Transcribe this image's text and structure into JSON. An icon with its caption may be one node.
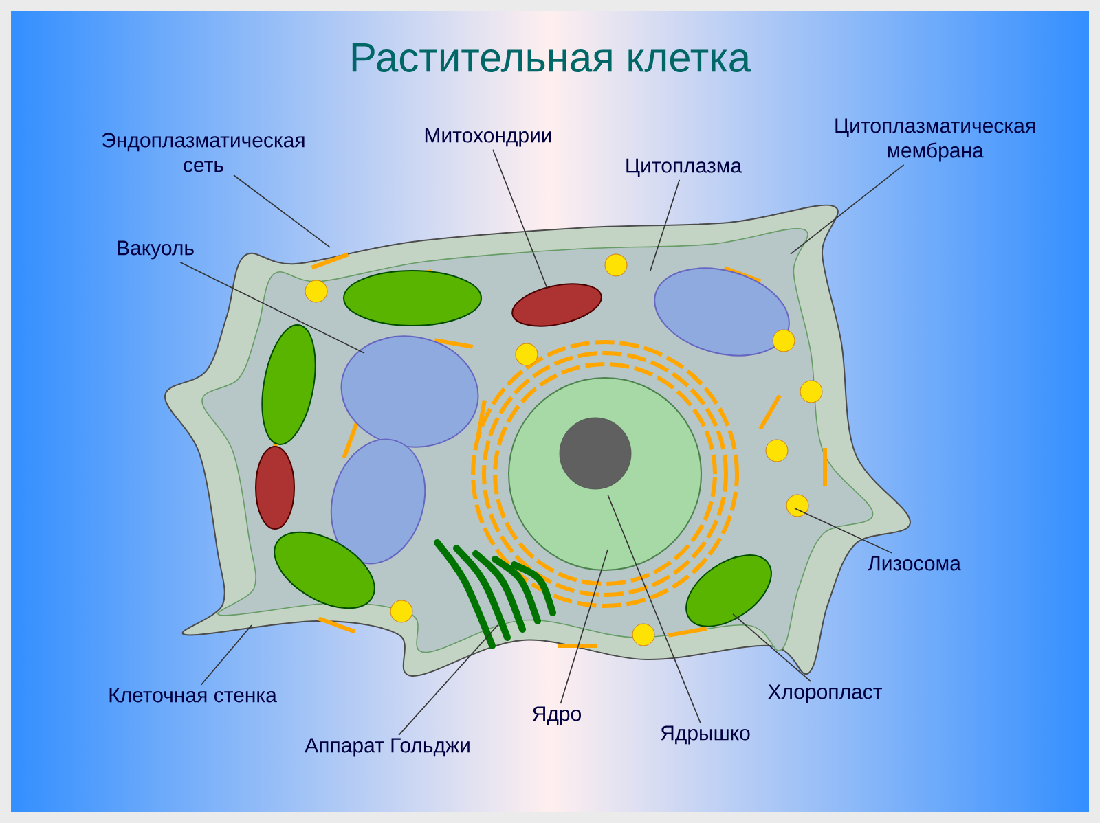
{
  "diagram": {
    "title": "Растительная клетка",
    "nodes": [
      {
        "text": [
          "Эндоплазматическая сеть"
        ]
      },
      {
        "text": [
          "Митохондрии"
        ]
      },
      {
        "text": [
          "Цитоплазма"
        ]
      },
      {
        "text": [
          "Цитоплазматическая мембрана"
        ]
      },
      {
        "text": [
          "Вакуоль"
        ]
      },
      {
        "text": [
          "Лизосома"
        ]
      },
      {
        "text": [
          "Клеточная стенка"
        ]
      },
      {
        "text": [
          "Аппарат Гольджи"
        ]
      },
      {
        "text": [
          "Ядро"
        ]
      },
      {
        "text": [
          "Ядрышко"
        ]
      },
      {
        "text": [
          "Хлоропласт"
        ]
      }
    ],
    "edges": [
      {
        "from": 0,
        "to": null,
        "arrow": "none"
      },
      {
        "from": 1,
        "to": null,
        "arrow": "none"
      },
      {
        "from": 2,
        "to": null,
        "arrow": "none"
      },
      {
        "from": 3,
        "to": null,
        "arrow": "none"
      },
      {
        "from": 4,
        "to": null,
        "arrow": "none"
      },
      {
        "from": 5,
        "to": null,
        "arrow": "none"
      },
      {
        "from": 6,
        "to": null,
        "arrow": "none"
      },
      {
        "from": 7,
        "to": null,
        "arrow": "none"
      },
      {
        "from": 8,
        "to": null,
        "arrow": "none"
      },
      {
        "from": 9,
        "to": null,
        "arrow": "none"
      },
      {
        "from": 10,
        "to": null,
        "arrow": "none"
      }
    ]
  }
}
